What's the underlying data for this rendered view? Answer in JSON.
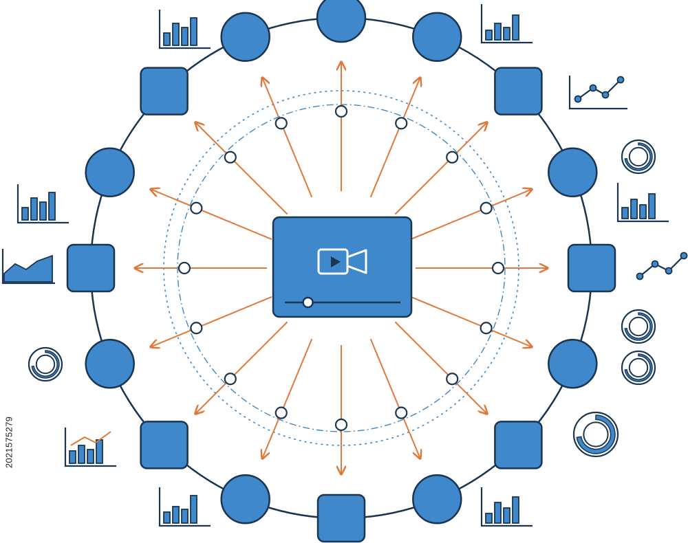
{
  "stock_id": "2021575279",
  "colors": {
    "node_fill": "#3f88cc",
    "node_stroke": "#1a3550",
    "ring": "#1a3550",
    "arrow": "#e0783a",
    "dotted_ring": "#3b88c8",
    "center_fill": "#3f88cc",
    "icon_stroke": "#1a3550",
    "icon_fill": "#3f88cc",
    "background": "#ffffff"
  },
  "center": {
    "icon": "video-camera-icon",
    "play_icon": "play-icon",
    "progress": 0.2
  },
  "outer_nodes": [
    {
      "shape": "circle"
    },
    {
      "shape": "circle"
    },
    {
      "shape": "square"
    },
    {
      "shape": "circle"
    },
    {
      "shape": "square"
    },
    {
      "shape": "circle"
    },
    {
      "shape": "square"
    },
    {
      "shape": "circle"
    },
    {
      "shape": "square"
    },
    {
      "shape": "circle"
    },
    {
      "shape": "square"
    },
    {
      "shape": "circle"
    },
    {
      "shape": "square"
    },
    {
      "shape": "circle"
    },
    {
      "shape": "square"
    },
    {
      "shape": "circle"
    }
  ],
  "arrows": {
    "count": 16
  },
  "mini_charts": [
    {
      "type": "bar",
      "name": "bar-chart-icon"
    },
    {
      "type": "bar",
      "name": "bar-chart-icon"
    },
    {
      "type": "line",
      "name": "line-chart-icon"
    },
    {
      "type": "donut",
      "name": "donut-chart-icon"
    },
    {
      "type": "bar",
      "name": "bar-chart-icon"
    },
    {
      "type": "line",
      "name": "line-chart-icon"
    },
    {
      "type": "donut",
      "name": "donut-chart-icon"
    },
    {
      "type": "donut",
      "name": "donut-chart-icon"
    },
    {
      "type": "donut",
      "name": "donut-chart-icon"
    },
    {
      "type": "bar",
      "name": "bar-chart-icon"
    },
    {
      "type": "bar",
      "name": "bar-chart-icon"
    },
    {
      "type": "bar-line",
      "name": "bar-line-chart-icon"
    },
    {
      "type": "donut",
      "name": "donut-chart-icon"
    },
    {
      "type": "area",
      "name": "area-chart-icon"
    },
    {
      "type": "bar",
      "name": "bar-chart-icon"
    }
  ]
}
